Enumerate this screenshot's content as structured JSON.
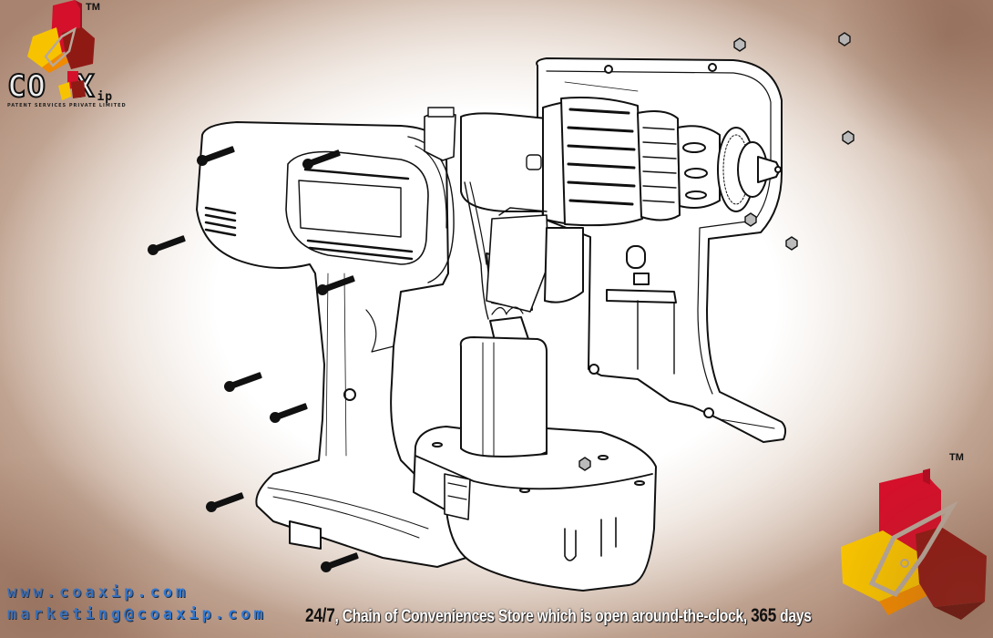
{
  "brand": {
    "name_prefix": "CO",
    "name_suffix": "X",
    "name_sup": "ip",
    "trademark": "TM",
    "subtitle": "PATENT SERVICES PRIVATE LIMITED",
    "colors": {
      "red": "#d4102a",
      "dark_red": "#8f1a14",
      "yellow": "#f7c300",
      "orange": "#f08a00",
      "pen_nib": "#b7a89a"
    }
  },
  "contact": {
    "website": "www.coaxip.com",
    "email": "marketing@coaxip.com",
    "color": "#2f79d6"
  },
  "footer": {
    "highlight_1": "24/7",
    "text_1": ", Chain of  Conveniences Store which is open around-the-clock, ",
    "highlight_2": "365",
    "text_2": " days"
  },
  "illustration": {
    "subject": "exploded-view line drawing of a cordless power drill",
    "parts": [
      "left-housing",
      "right-housing",
      "motor",
      "gearbox",
      "chuck",
      "trigger-switch",
      "battery-pack",
      "screws",
      "hex-nuts"
    ]
  }
}
